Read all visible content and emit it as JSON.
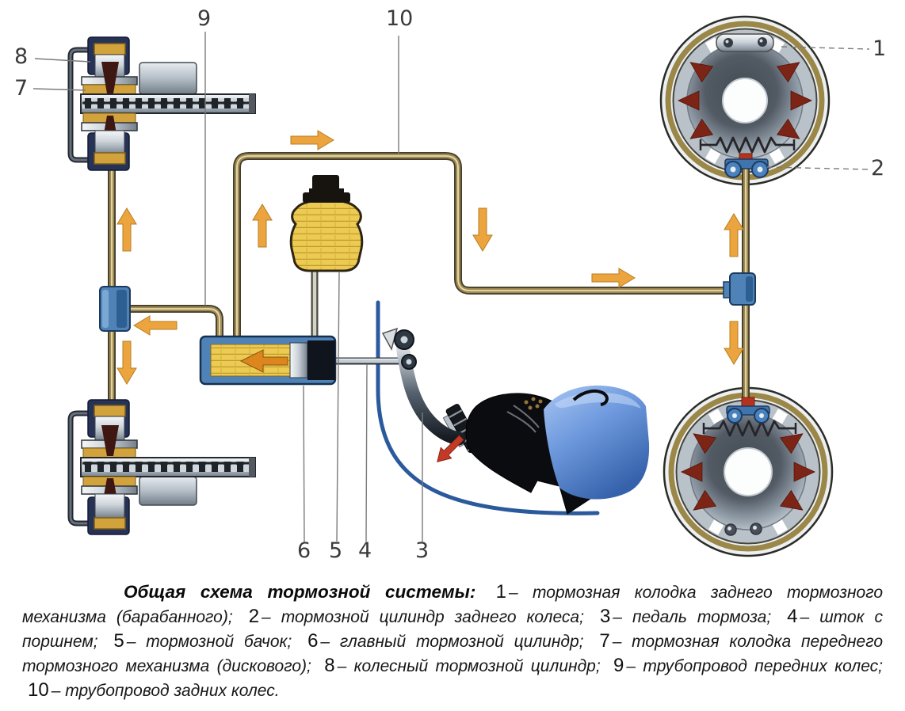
{
  "figure": {
    "type": "diagram",
    "subject": "Общая схема тормозной системы автомобиля",
    "callout_labels": {
      "c1": "1",
      "c2": "2",
      "c3": "3",
      "c4": "4",
      "c5": "5",
      "c6": "6",
      "c7": "7",
      "c8": "8",
      "c9": "9",
      "c10": "10"
    },
    "colors": {
      "pipe": "#a08a54",
      "flow_arrow": "#eca43e",
      "pedal_force_arrow": "#c23a26",
      "hydraulic_housing": "#4f83b8",
      "brake_fluid": "#edca52",
      "caliper_body": "#273257",
      "shoe_press_arrow": "#7c2517",
      "trouser_leg": "#4a77c2",
      "floor_line": "#2b5a9c"
    }
  },
  "caption": {
    "title": "Общая схема тормозной системы:",
    "items": [
      {
        "num": "1",
        "text": "– тормозная колодка заднего тормозного механизма (барабанного);"
      },
      {
        "num": "2",
        "text": "– тормозной цилиндр заднего колеса;"
      },
      {
        "num": "3",
        "text": "– педаль тормоза;"
      },
      {
        "num": "4",
        "text": "– шток с поршнем;"
      },
      {
        "num": "5",
        "text": "– тормозной бачок;"
      },
      {
        "num": "6",
        "text": "– главный тормозной цилиндр;"
      },
      {
        "num": "7",
        "text": "– тормозная колодка переднего тормозного механизма (дискового);"
      },
      {
        "num": "8",
        "text": "– колесный тормозной цилиндр;"
      },
      {
        "num": "9",
        "text": "– трубопровод передних колес;"
      },
      {
        "num": "10",
        "text": "– трубопровод задних колес."
      }
    ]
  }
}
